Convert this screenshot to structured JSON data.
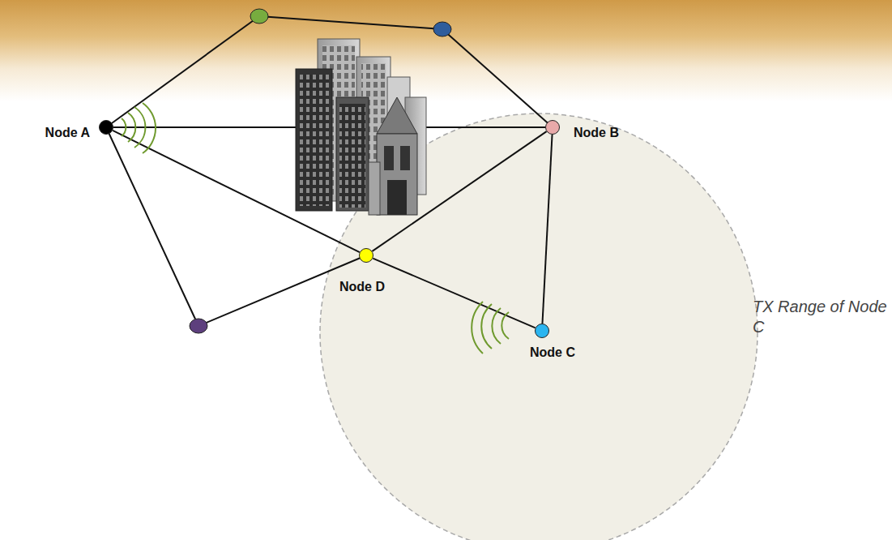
{
  "diagram": {
    "nodes": [
      {
        "text": [
          "Node A"
        ]
      },
      {
        "text": [
          "Node B"
        ]
      },
      {
        "text": [
          "Node D"
        ]
      },
      {
        "text": [
          "Node C"
        ]
      }
    ],
    "edges": [
      {
        "from": 0,
        "to": 1,
        "arrow": "none"
      },
      {
        "from": 0,
        "to": 2,
        "arrow": "none"
      },
      {
        "from": 1,
        "to": 2,
        "arrow": "none"
      },
      {
        "from": 2,
        "to": 3,
        "arrow": "none"
      },
      {
        "from": 1,
        "to": 3,
        "arrow": "none"
      }
    ],
    "labels": [
      "TX Range of Node C"
    ]
  }
}
